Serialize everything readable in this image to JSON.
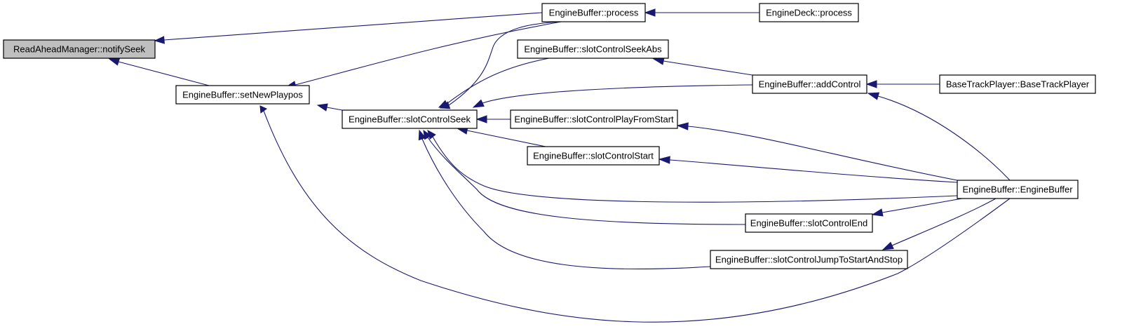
{
  "graph": {
    "nodes": [
      {
        "id": "notifySeek",
        "label": "ReadAheadManager::notifySeek",
        "focus": true
      },
      {
        "id": "setNewPlaypos",
        "label": "EngineBuffer::setNewPlaypos"
      },
      {
        "id": "slotControlSeek",
        "label": "EngineBuffer::slotControlSeek"
      },
      {
        "id": "process",
        "label": "EngineBuffer::process"
      },
      {
        "id": "engineDeckProcess",
        "label": "EngineDeck::process"
      },
      {
        "id": "slotControlSeekAbs",
        "label": "EngineBuffer::slotControlSeekAbs"
      },
      {
        "id": "addControl",
        "label": "EngineBuffer::addControl"
      },
      {
        "id": "baseTrackPlayer",
        "label": "BaseTrackPlayer::BaseTrackPlayer"
      },
      {
        "id": "slotControlPlayFromStart",
        "label": "EngineBuffer::slotControlPlayFromStart"
      },
      {
        "id": "slotControlStart",
        "label": "EngineBuffer::slotControlStart"
      },
      {
        "id": "engineBufferCtor",
        "label": "EngineBuffer::EngineBuffer"
      },
      {
        "id": "slotControlEnd",
        "label": "EngineBuffer::slotControlEnd"
      },
      {
        "id": "slotControlJumpToStartAndStop",
        "label": "EngineBuffer::slotControlJumpToStartAndStop"
      }
    ],
    "edges": [
      {
        "from": "process",
        "to": "notifySeek"
      },
      {
        "from": "setNewPlaypos",
        "to": "notifySeek"
      },
      {
        "from": "process",
        "to": "setNewPlaypos"
      },
      {
        "from": "slotControlSeek",
        "to": "setNewPlaypos"
      },
      {
        "from": "engineBufferCtor",
        "to": "setNewPlaypos"
      },
      {
        "from": "engineDeckProcess",
        "to": "process"
      },
      {
        "from": "process",
        "to": "slotControlSeek"
      },
      {
        "from": "slotControlSeekAbs",
        "to": "slotControlSeek"
      },
      {
        "from": "addControl",
        "to": "slotControlSeek"
      },
      {
        "from": "slotControlPlayFromStart",
        "to": "slotControlSeek"
      },
      {
        "from": "slotControlStart",
        "to": "slotControlSeek"
      },
      {
        "from": "engineBufferCtor",
        "to": "slotControlSeek"
      },
      {
        "from": "slotControlEnd",
        "to": "slotControlSeek"
      },
      {
        "from": "slotControlJumpToStartAndStop",
        "to": "slotControlSeek"
      },
      {
        "from": "addControl",
        "to": "slotControlSeekAbs"
      },
      {
        "from": "baseTrackPlayer",
        "to": "addControl"
      },
      {
        "from": "engineBufferCtor",
        "to": "addControl"
      },
      {
        "from": "engineBufferCtor",
        "to": "slotControlPlayFromStart"
      },
      {
        "from": "engineBufferCtor",
        "to": "slotControlStart"
      },
      {
        "from": "engineBufferCtor",
        "to": "slotControlEnd"
      },
      {
        "from": "engineBufferCtor",
        "to": "slotControlJumpToStartAndStop"
      }
    ]
  }
}
